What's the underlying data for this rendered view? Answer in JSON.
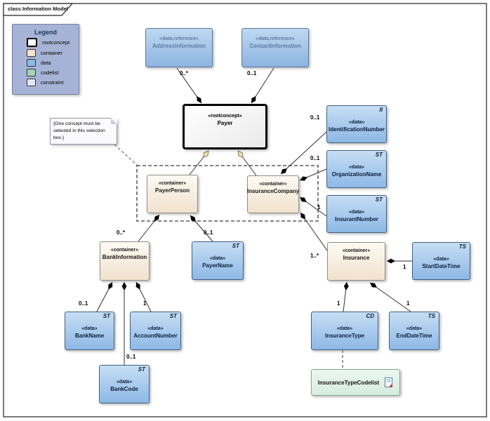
{
  "frame": {
    "tab_title": "class Information Model"
  },
  "legend": {
    "title": "Legend",
    "items": [
      {
        "label": "rootconcept",
        "color": "#ffffff"
      },
      {
        "label": "container",
        "color": "#f6e4cd"
      },
      {
        "label": "data",
        "color": "#8abce8"
      },
      {
        "label": "codelist",
        "color": "#a4d6b6"
      },
      {
        "label": "constraint",
        "color": "#e6e6f7"
      }
    ]
  },
  "note": {
    "text": "{One concept must be selected in this selection box.}"
  },
  "nodes": {
    "address_information": {
      "stereotype": "«data,reference»",
      "name": "AddressInformation"
    },
    "contact_information": {
      "stereotype": "«data,reference»",
      "name": "ContactInformation"
    },
    "payer": {
      "stereotype": "«rootconcept»",
      "name": "Payer"
    },
    "payer_person": {
      "stereotype": "«container»",
      "name": "PayerPerson"
    },
    "insurance_company": {
      "stereotype": "«container»",
      "name": "InsuranceCompany"
    },
    "identification_number": {
      "stereotype": "«data»",
      "name": "IdentificationNumber",
      "badge": "II"
    },
    "organization_name": {
      "stereotype": "«data»",
      "name": "OrganizationName",
      "badge": "ST"
    },
    "insurant_number": {
      "stereotype": "«data»",
      "name": "InsurantNumber",
      "badge": "ST"
    },
    "bank_information": {
      "stereotype": "«container»",
      "name": "BankInformation"
    },
    "payer_name": {
      "stereotype": "«data»",
      "name": "PayerName",
      "badge": "ST"
    },
    "insurance": {
      "stereotype": "«container»",
      "name": "Insurance"
    },
    "start_date_time": {
      "stereotype": "«data»",
      "name": "StartDateTime",
      "badge": "TS"
    },
    "bank_name": {
      "stereotype": "«data»",
      "name": "BankName",
      "badge": "ST"
    },
    "account_number": {
      "stereotype": "«data»",
      "name": "AccountNumber",
      "badge": "ST"
    },
    "bank_code": {
      "stereotype": "«data»",
      "name": "BankCode",
      "badge": "ST"
    },
    "insurance_type": {
      "stereotype": "«data»",
      "name": "InsuranceType",
      "badge": "CD"
    },
    "end_date_time": {
      "stereotype": "«data»",
      "name": "EndDateTime",
      "badge": "TS"
    },
    "insurance_type_codelist": {
      "name": "InsuranceTypeCodelist"
    }
  },
  "multiplicities": {
    "payer_address": "0..*",
    "payer_contact": "0..1",
    "identification_number": "0..1",
    "organization_name": "0..1",
    "insurant_number": "1",
    "bank_information": "0..*",
    "payer_name": "0..1",
    "insurance": "1..*",
    "start_date_time": "1",
    "bank_name": "0..1",
    "account_number": "1",
    "bank_code": "0..1",
    "insurance_type": "1",
    "end_date_time": "1"
  },
  "colors": {
    "data_fill": "#8db8e6",
    "container_fill": "#f1e2cd",
    "root_fill": "#ffffff",
    "codelist_fill": "#d7ebde",
    "constraint_fill": "#e6e6f7",
    "legend_bg": "#a7b3d6",
    "aggregation_diamond": "#f3dfb3",
    "composition_diamond": "#000000"
  }
}
